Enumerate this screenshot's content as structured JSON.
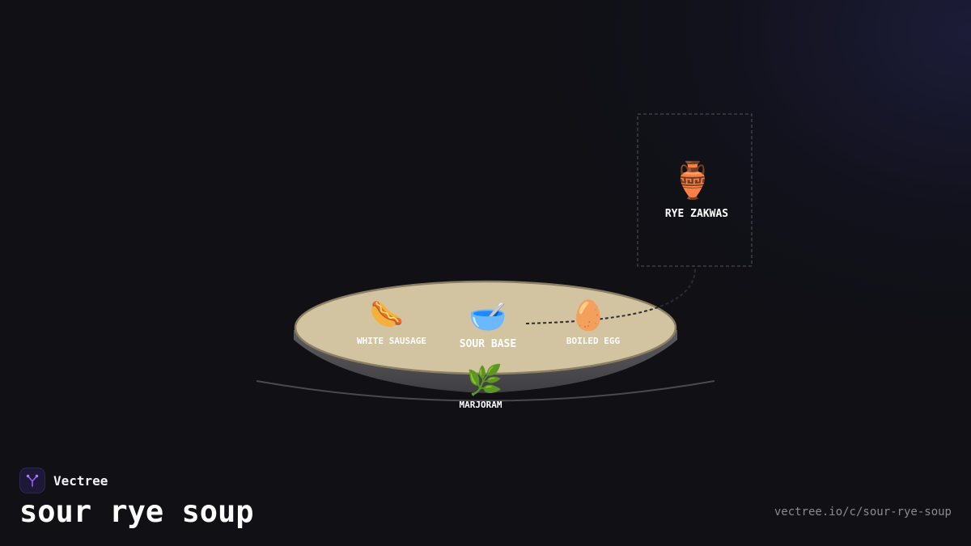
{
  "brand": {
    "name": "Vectree",
    "logo_icon": "tree-branch-logo-icon",
    "logo_color": "#9b59ff"
  },
  "title": "sour rye soup",
  "url": "vectree.io/c/sour-rye-soup",
  "diagram": {
    "bowl_color": "#d3c4a1",
    "nodes": {
      "white_sausage": {
        "label": "WHITE SAUSAGE",
        "icon": "hot-dog-icon",
        "glyph": "🌭"
      },
      "sour_base": {
        "label": "SOUR BASE",
        "icon": "bowl-with-spoon-icon",
        "glyph": "🥣"
      },
      "boiled_egg": {
        "label": "BOILED EGG",
        "icon": "egg-icon",
        "glyph": "🥚"
      },
      "marjoram": {
        "label": "MARJORAM",
        "icon": "herb-icon",
        "glyph": "🌿"
      },
      "rye_zakwas": {
        "label": "RYE ZAKWAS",
        "icon": "amphora-icon",
        "glyph": "🏺"
      }
    },
    "links": [
      {
        "from": "sour_base",
        "to": "rye_zakwas",
        "style": "dashed"
      }
    ]
  }
}
